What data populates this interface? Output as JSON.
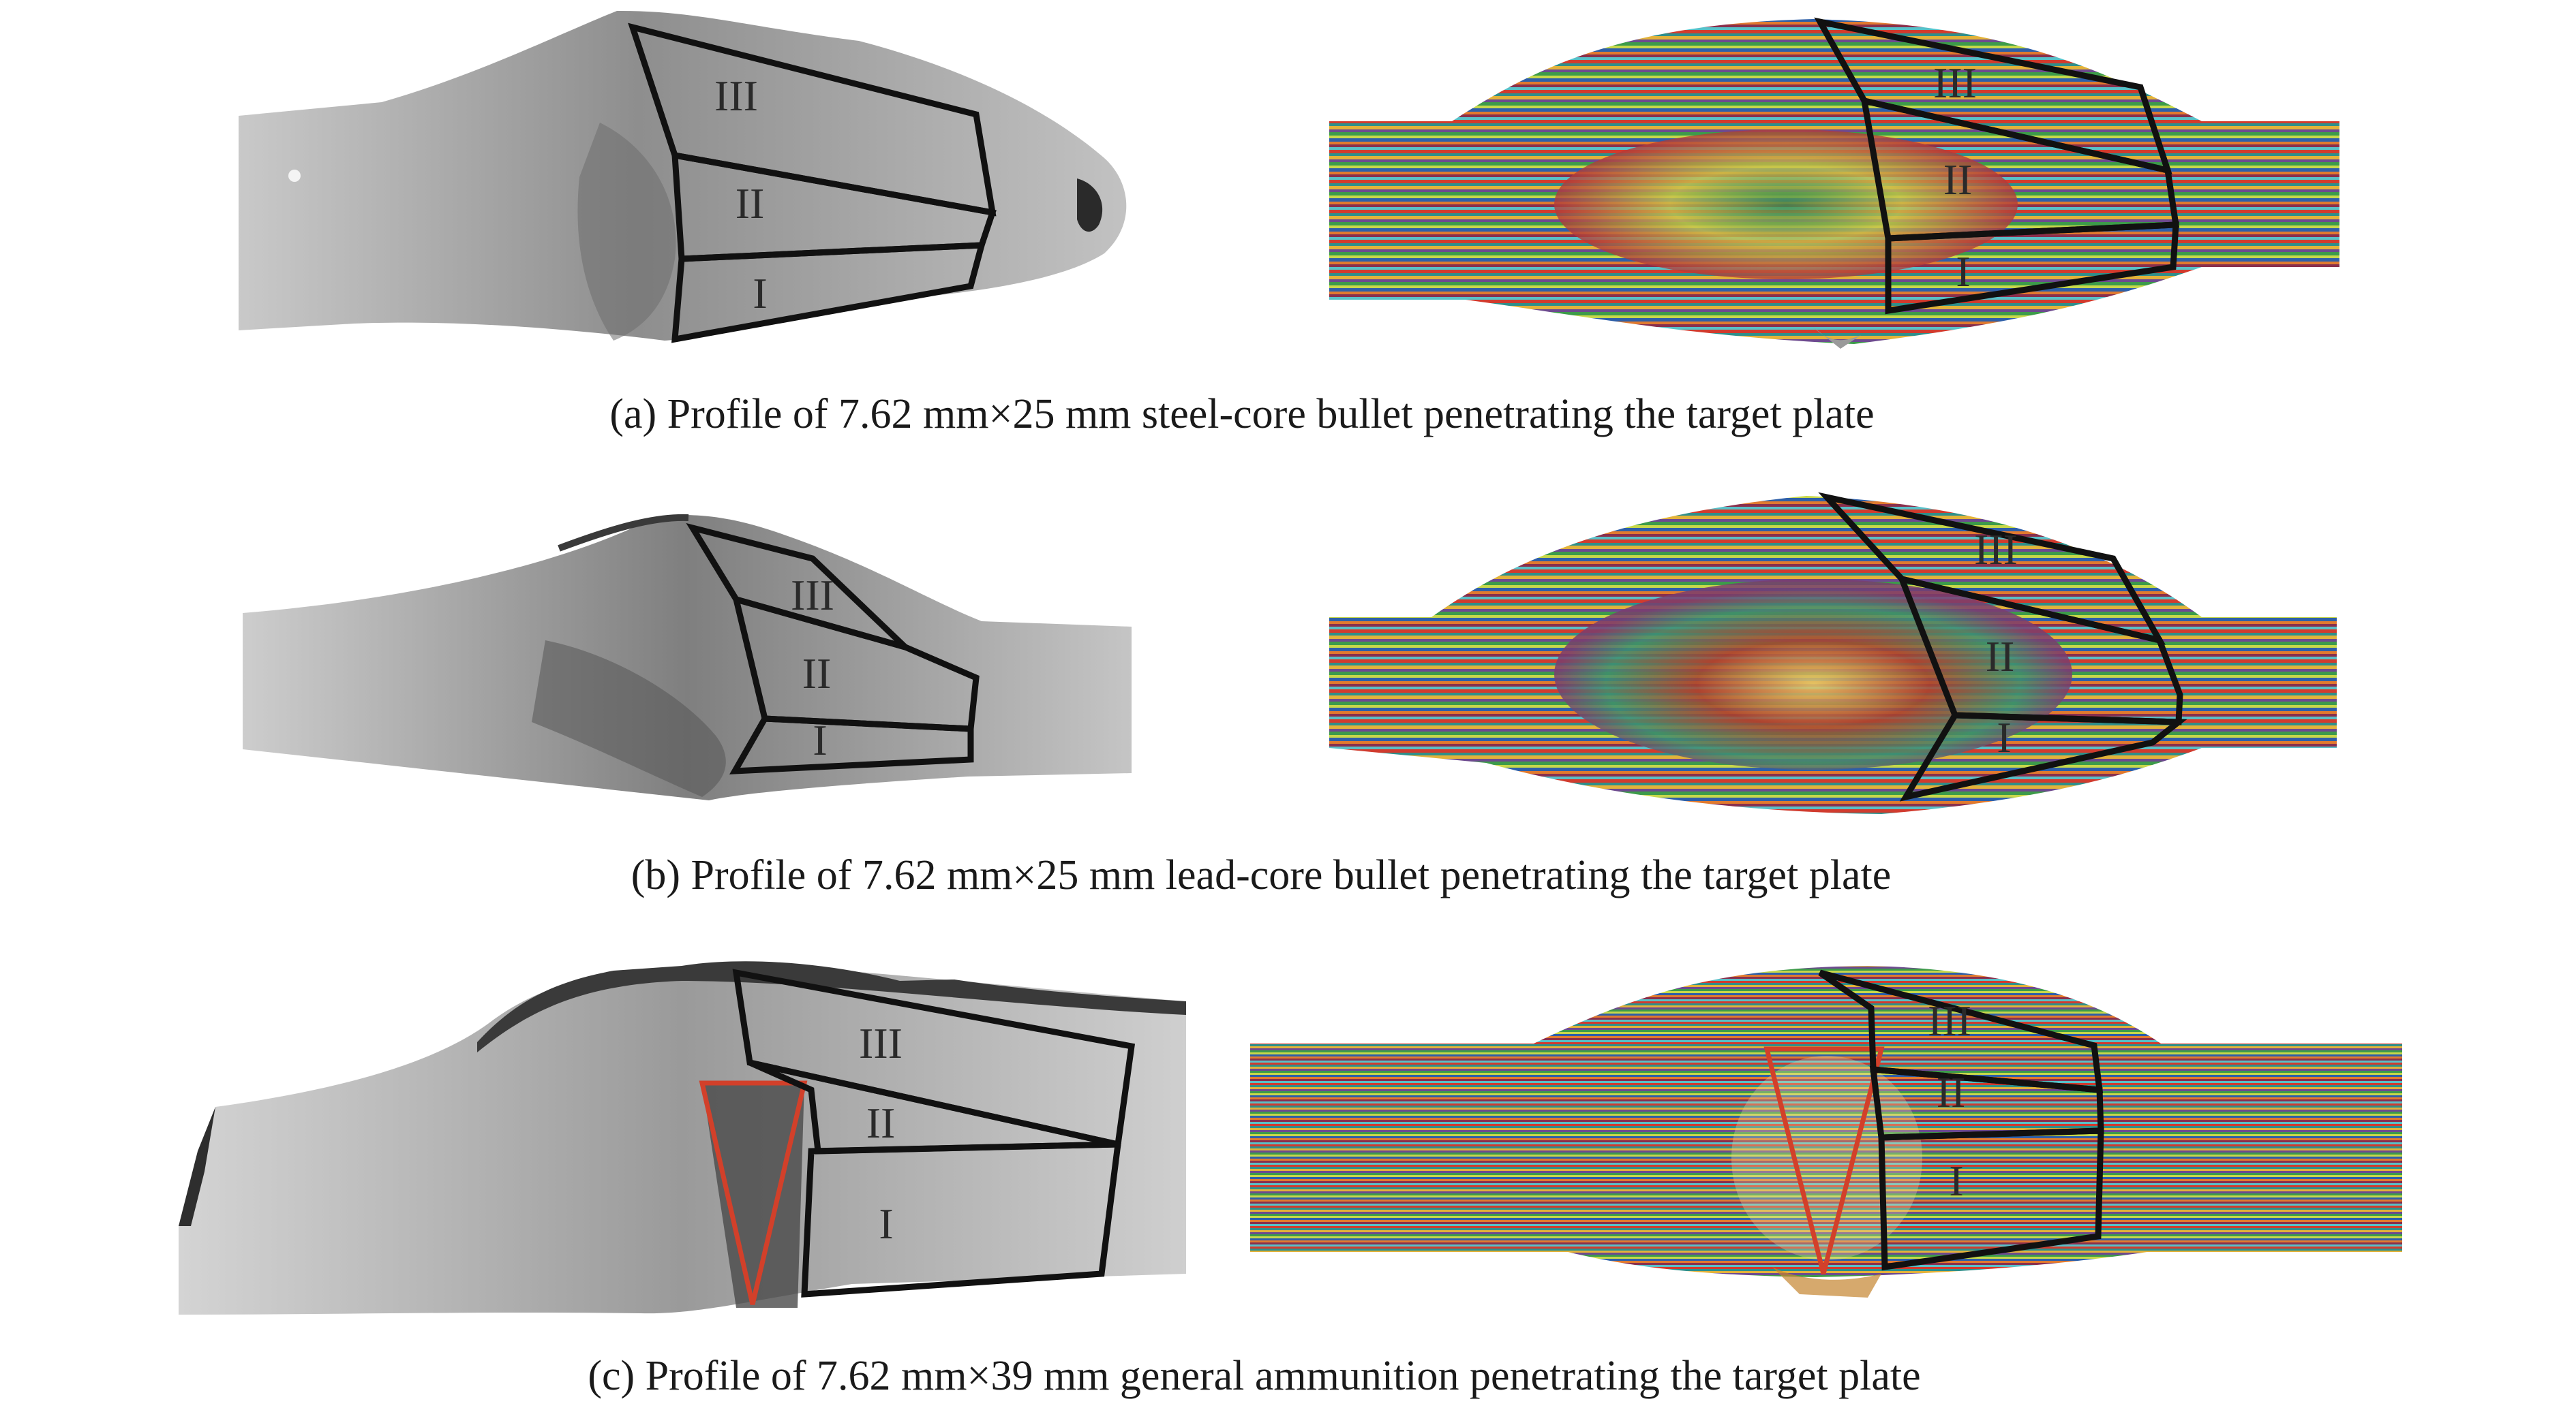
{
  "panels": [
    {
      "caption": "(a) Profile of 7.62 mm×25 mm steel-core bullet penetrating the target plate",
      "zone_labels": [
        "III",
        "II",
        "I"
      ]
    },
    {
      "caption": "(b) Profile of 7.62 mm×25 mm lead-core bullet penetrating the target plate",
      "zone_labels": [
        "III",
        "II",
        "I"
      ]
    },
    {
      "caption": "(c) Profile of 7.62 mm×39 mm general ammunition penetrating the target plate",
      "zone_labels": [
        "III",
        "II",
        "I"
      ]
    }
  ],
  "colors": {
    "zone_outline": "#111111",
    "damage_triangle": "#d2402a",
    "photo_grey": "#b9b9b9",
    "sim_layers": [
      "#d13b2e",
      "#2f8f8a",
      "#e2b23a",
      "#6d4a8f",
      "#3d9b4a",
      "#c7d84a",
      "#2e5fa8",
      "#e07a2f",
      "#8a2f4c",
      "#58c0c8"
    ]
  }
}
